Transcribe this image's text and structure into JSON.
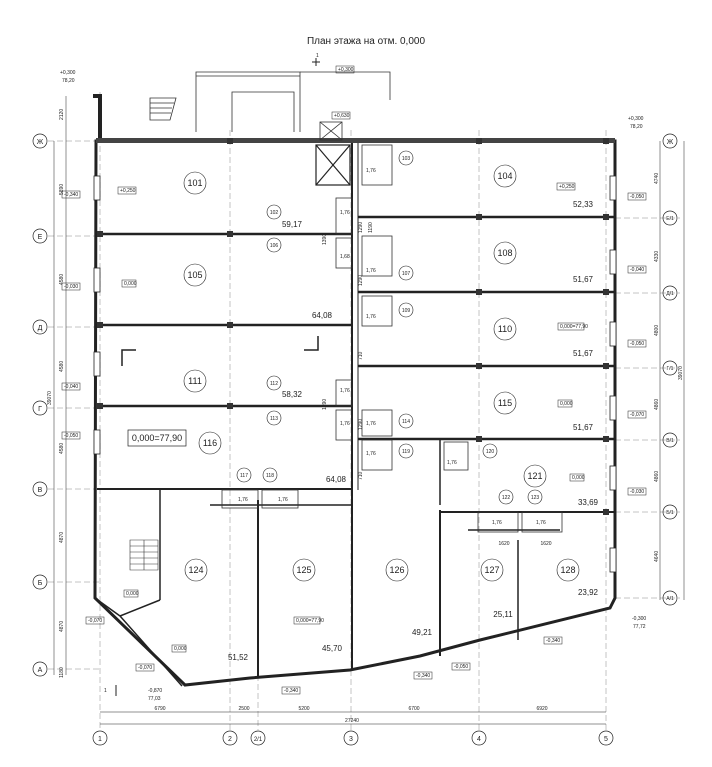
{
  "title": "План этажа на отм. 0,000",
  "section_mark": "1",
  "axes_top": [
    "1",
    "2",
    "2/1",
    "3",
    "4",
    "5"
  ],
  "axes_left": [
    "Ж",
    "Е",
    "Д",
    "Г",
    "В",
    "Б",
    "А"
  ],
  "axes_right": [
    "Е/1",
    "Д/1",
    "Г/1",
    "В/1",
    "Б/1",
    "А/1"
  ],
  "rooms": [
    {
      "num": "101",
      "area": "59,17"
    },
    {
      "num": "102",
      "area": ""
    },
    {
      "num": "103",
      "area": ""
    },
    {
      "num": "104",
      "area": "52,33"
    },
    {
      "num": "105",
      "area": "64,08"
    },
    {
      "num": "106",
      "area": ""
    },
    {
      "num": "107",
      "area": ""
    },
    {
      "num": "108",
      "area": "51,67"
    },
    {
      "num": "109",
      "area": ""
    },
    {
      "num": "110",
      "area": "51,67"
    },
    {
      "num": "111",
      "area": "58,32"
    },
    {
      "num": "112",
      "area": ""
    },
    {
      "num": "113",
      "area": ""
    },
    {
      "num": "114",
      "area": ""
    },
    {
      "num": "115",
      "area": "51,67"
    },
    {
      "num": "116",
      "area": "64,08"
    },
    {
      "num": "117",
      "area": ""
    },
    {
      "num": "118",
      "area": ""
    },
    {
      "num": "119",
      "area": ""
    },
    {
      "num": "120",
      "area": ""
    },
    {
      "num": "121",
      "area": "33,69"
    },
    {
      "num": "122",
      "area": ""
    },
    {
      "num": "123",
      "area": ""
    },
    {
      "num": "124",
      "area": "51,52"
    },
    {
      "num": "125",
      "area": "45,70"
    },
    {
      "num": "126",
      "area": "49,21"
    },
    {
      "num": "127",
      "area": "25,11"
    },
    {
      "num": "128",
      "area": "23,92"
    }
  ],
  "floor_label": "0,000=77,90",
  "levels": [
    "+0,300",
    "78,20",
    "-0,300",
    "77,72",
    "-0,870",
    "77,03",
    "+0,250",
    "-0,340",
    "-0,070",
    "-0,040",
    "-0,030",
    "-0,050",
    "0,000",
    "0,000=77,90",
    "+0,630",
    "1,76",
    "1,68"
  ],
  "dims_bottom": [
    "6790",
    "2500",
    "5200",
    "6700",
    "6920",
    "27240"
  ],
  "dims_left": [
    "2120",
    "5890",
    "4580",
    "4580",
    "4580",
    "4870",
    "4870",
    "1180",
    "39070"
  ],
  "dims_right": [
    "4740",
    "4330",
    "4800",
    "4860",
    "4860",
    "4640"
  ],
  "dims_small": [
    "1390",
    "1290",
    "1190",
    "710",
    "1620"
  ]
}
